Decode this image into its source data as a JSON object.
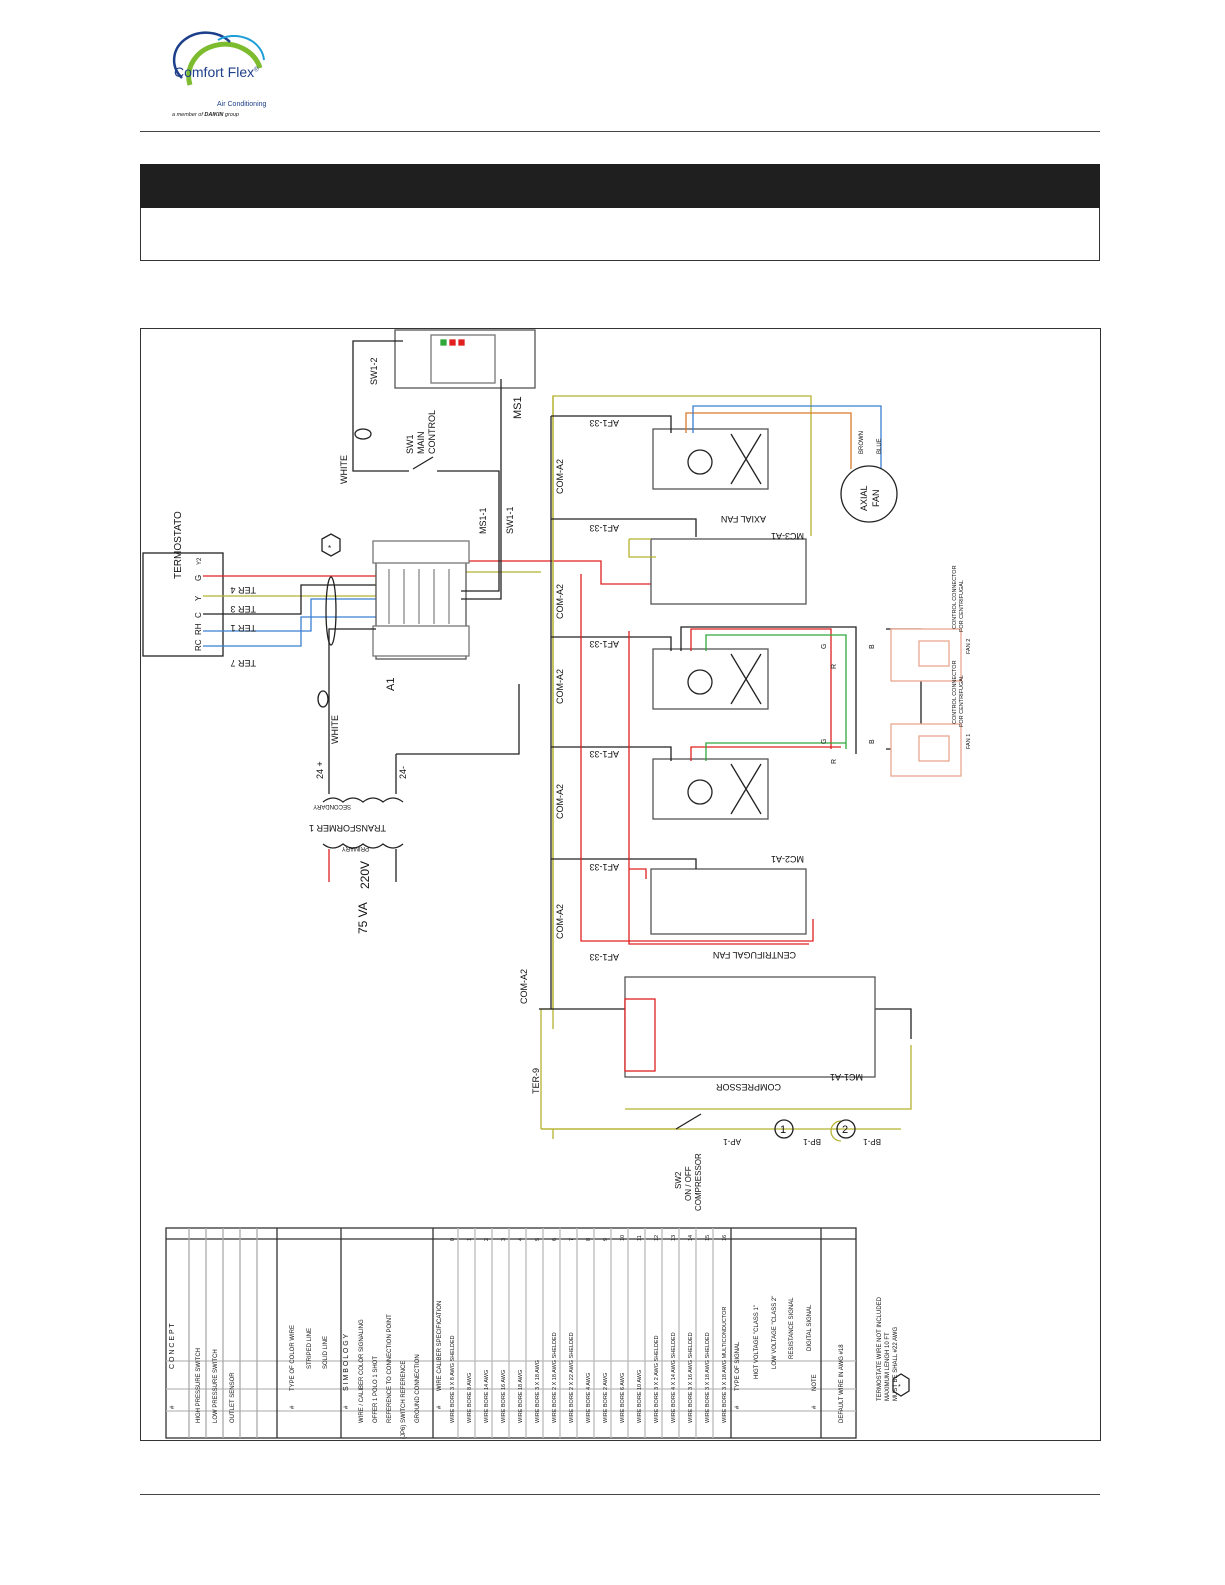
{
  "brand": {
    "name": "Comfort Flex",
    "registered": "®",
    "subtitle": "Air Conditioning",
    "member_prefix": "a member of",
    "member_brand": "DAIKIN",
    "member_suffix": "group"
  },
  "colors": {
    "title_bar": "#1f1f1f",
    "brand_blue": "#1e3f8a",
    "brand_green": "#7dbb2f",
    "wire_red": "#e02020",
    "wire_olive": "#b5b230",
    "wire_blue": "#3a7fd0",
    "wire_green": "#2fa83a",
    "wire_orange": "#d97a2a",
    "connector_peach": "#e9a78f"
  },
  "diagram": {
    "thermostat": {
      "title": "TERMOSTATO",
      "terminals": [
        "RC",
        "RH",
        "C",
        "Y",
        "G",
        "Y2"
      ],
      "wire_labels": [
        "TER 4",
        "TER 3",
        "TER 1",
        "TER 7"
      ]
    },
    "labels": {
      "ms1": "MS1",
      "sw1_2": "SW1-2",
      "sw1_1": "SW1-1",
      "ms1_1": "MS1-1",
      "sw1": [
        "SW1",
        "MAIN",
        "CONTROL"
      ],
      "white": "WHITE",
      "a1": "A1",
      "v24p": "24 +",
      "v24n": "24-",
      "secondary": "SECONDARY",
      "primary": "PRIMARY",
      "transformer": "TRANSFORMER 1",
      "v220": "220V",
      "va75": "75 VA",
      "com_a2": "COM-A2",
      "af1_33": "AF1-33",
      "axial_fan_label": "AXIAL FAN",
      "mc3": "MC3-A1",
      "mc2": "MC2-A1",
      "mc1": "MC1-A1",
      "centrifugal": "CENTRIFUGAL   FAN",
      "compressor": "COMPRESSOR",
      "axial": "AXIAL",
      "fan": "FAN",
      "brown": "BROWN",
      "blue": "BLUE",
      "ctrl_fan2": [
        "CONTROL CONNECTOR",
        "FOR CENTRIFUGAL",
        "FAN 2"
      ],
      "ctrl_fan1": [
        "CONTROL CONNECTOR",
        "FOR CENTRIFUGAL",
        "FAN 1"
      ],
      "ter9": "TER-9",
      "ap1": "AP-1",
      "bp1": "BP-1",
      "sw2": [
        "SW2",
        "ON / OFF",
        "COMPRESSOR"
      ],
      "num1": "1",
      "num2": "2",
      "g": "G",
      "b": "B",
      "r": "R",
      "star": "*"
    },
    "legend": {
      "concept_header": [
        "#",
        "C O N C E P T"
      ],
      "concepts": [
        "HIGH PRESSURE SWITCH",
        "LOW PRESSURE SWITCH",
        "OUTLET SENSOR"
      ],
      "type_color_header": [
        "#",
        "TYPE OF COLOR WIRE"
      ],
      "type_color": [
        "STRIPED LINE",
        "SOLID LINE"
      ],
      "symbology_header": [
        "#",
        "S I M B O L O G Y"
      ],
      "symbology": [
        "WIRE / CALIBER COLOR SIGNALING",
        "OFFER 1 POLO 1 SHOT",
        "REFERENCE TO CONNECTION POINT",
        "(JP6) SWITCH REFERENCE",
        "GROUND CONNECTION"
      ],
      "wire_spec_header": [
        "#",
        "WIRE CALIBER SPECIFICATION"
      ],
      "wire_specs": [
        {
          "num": "0",
          "text": "WIRE BORE 3 X 8 AWG SHELDED"
        },
        {
          "num": "1",
          "text": "WIRE BORE 8 AWG"
        },
        {
          "num": "2",
          "text": "WIRE BORE 14 AWG"
        },
        {
          "num": "3",
          "text": "WIRE BORE 16 AWG"
        },
        {
          "num": "4",
          "text": "WIRE BORE 18 AWG"
        },
        {
          "num": "5",
          "text": "WIRE BORE 3 X 18 AWG"
        },
        {
          "num": "6",
          "text": "WIRE BORE 2 X 18 AWG SHELDED"
        },
        {
          "num": "7",
          "text": "WIRE BORE 2 X 22 AWG SHELDED"
        },
        {
          "num": "8",
          "text": "WIRE BORE 4 AWG"
        },
        {
          "num": "9",
          "text": "WIRE BORE 2 AWG"
        },
        {
          "num": "10",
          "text": "WIRE BORE 6 AWG"
        },
        {
          "num": "11",
          "text": "WIRE BORE 10 AWG"
        },
        {
          "num": "12",
          "text": "WIRE BORE 3 X 2 AWG SHELDED"
        },
        {
          "num": "13",
          "text": "WIRE BORE 4 X 14 AWG SHELDED"
        },
        {
          "num": "14",
          "text": "WIRE BORE 3 X 16 AWG SHELDED"
        },
        {
          "num": "15",
          "text": "WIRE BORE 3 X 18 AWG SHELDED"
        },
        {
          "num": "16",
          "text": "WIRE BORE 3 X 18 AWG MULTICONDUCTOR"
        }
      ],
      "signal_header": [
        "#",
        "TYPE OF SIGNAL"
      ],
      "signals": [
        "HIGT VOLTAGE \"CLASS 1\"",
        "LOW VOLTAGE \"CLASS 2\"",
        "RESISTANCE SIGNAL",
        "DIGITAL SIGNAL"
      ],
      "note_header": [
        "#",
        "NOTE"
      ],
      "note": "DEFAULT WIRE IN AWG #18",
      "footnote": [
        "TERMOSTATE WIRE NOT INCLUDED",
        "MAXIMUM LENGH 10 FT",
        "MUST BE SHALL #22 AWG"
      ]
    }
  }
}
